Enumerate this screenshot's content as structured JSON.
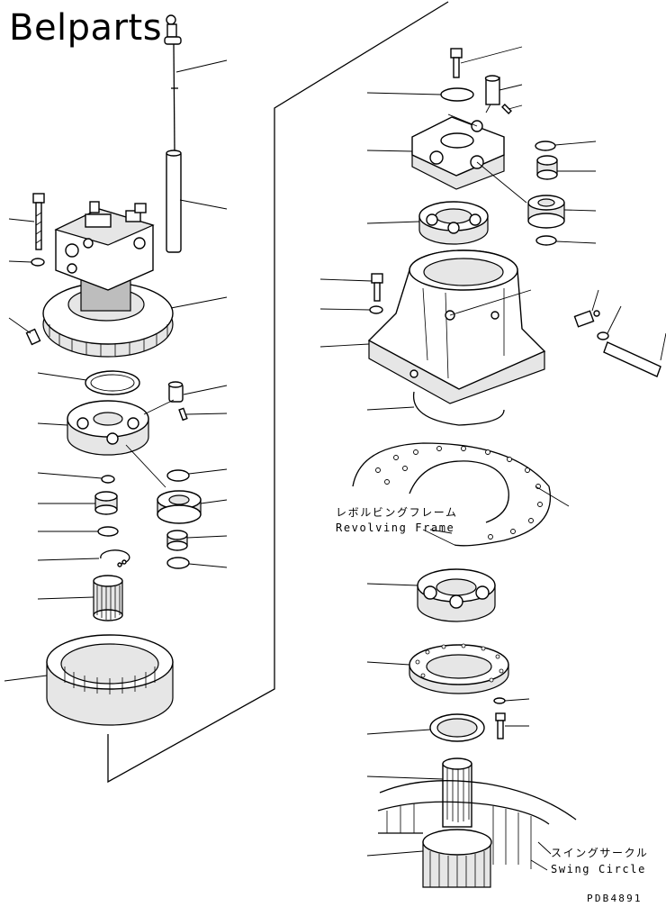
{
  "brand": "Belparts",
  "labels": {
    "revolving_frame_jp": "レボルビングフレーム",
    "revolving_frame_en": "Revolving Frame",
    "swing_circle_jp": "スイングサークル",
    "swing_circle_en": "Swing Circle"
  },
  "drawing_code": "PDB4891"
}
